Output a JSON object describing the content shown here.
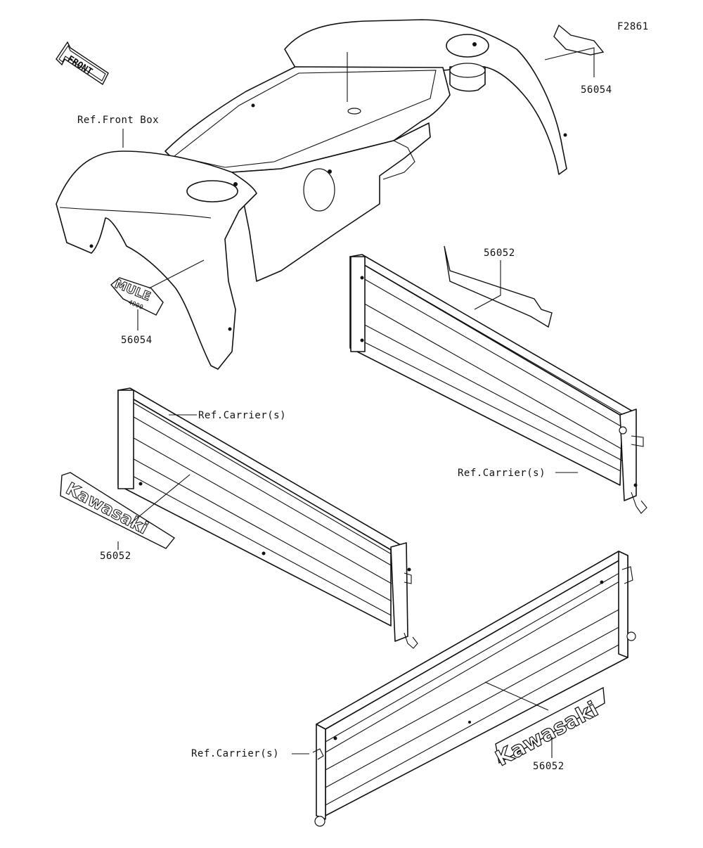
{
  "figure_id": "F2861",
  "front_arrow": "FRONT",
  "labels": {
    "ref_front_box": "Ref.Front Box",
    "part_56054_top": "56054",
    "part_56054_left": "56054",
    "part_56052_sticker": "56052",
    "part_56052_left": "56052",
    "part_56052_bottom": "56052",
    "ref_carrier_1": "Ref.Carrier(s)",
    "ref_carrier_2": "Ref.Carrier(s)",
    "ref_carrier_3": "Ref.Carrier(s)"
  },
  "decals": {
    "mule_main": "MULE",
    "mule_sub": "4000",
    "kawasaki_left": "Kawasaki",
    "kawasaki_bottom": "Kawasaki"
  }
}
